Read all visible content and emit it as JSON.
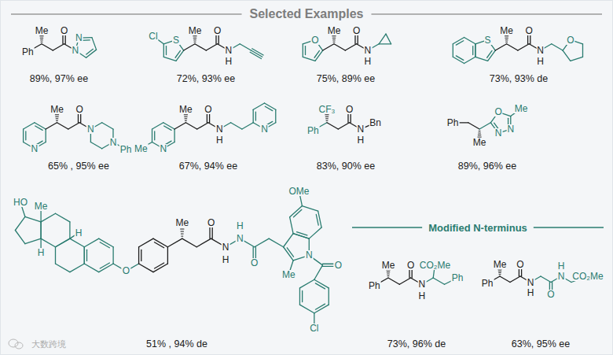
{
  "diagram": {
    "title": "Selected Examples",
    "labels": [
      "Ph",
      "Me",
      "O",
      "N",
      "N",
      "89%, 97% ee",
      "Cl",
      "S",
      "Me",
      "O",
      "N",
      "H",
      "72%, 93% ee",
      "O",
      "Me",
      "O",
      "N",
      "H",
      "75%, 89% ee",
      "S",
      "Me",
      "O",
      "N",
      "H",
      "O",
      "73%, 93% de",
      "N",
      "Me",
      "O",
      "N",
      "N",
      "Ph",
      "65% , 95% ee",
      "Me",
      "N",
      "Me",
      "O",
      "N",
      "H",
      "N",
      "67%, 94% ee",
      "Ph",
      "CF₃",
      "O",
      "N",
      "H",
      "Bn",
      "83%, 90% ee",
      "Ph",
      "Me",
      "O",
      "N",
      "N",
      "Me",
      "89%, 96% ee",
      "HO",
      "Me",
      "H",
      "H",
      "O",
      "Me",
      "O",
      "N",
      "H",
      "N",
      "H",
      "O",
      "Me",
      "N",
      "OMe",
      "O",
      "Cl",
      "51% , 94% de",
      "Modified N-terminus",
      "Ph",
      "Me",
      "O",
      "CO₂Me",
      "N",
      "H",
      "Ph",
      "73%, 96% de",
      "Ph",
      "Me",
      "O",
      "N",
      "H",
      "O",
      "N",
      "H",
      "CO₂Me",
      "63%, 95% ee",
      "大数跨境"
    ]
  }
}
